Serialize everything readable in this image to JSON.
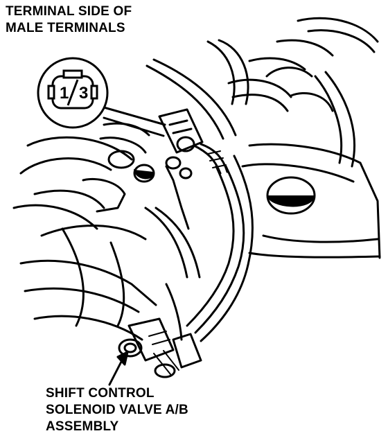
{
  "header_caption": {
    "line1": "TERMINAL SIDE OF",
    "line2": "MALE TERMINALS"
  },
  "connector_inset": {
    "terminal_1": "1",
    "terminal_3": "3"
  },
  "component_callout": {
    "line1": "SHIFT CONTROL",
    "line2": "SOLENOID VALVE A/B",
    "line3": "ASSEMBLY"
  },
  "colors": {
    "ink": "#000000",
    "paper": "#ffffff"
  }
}
